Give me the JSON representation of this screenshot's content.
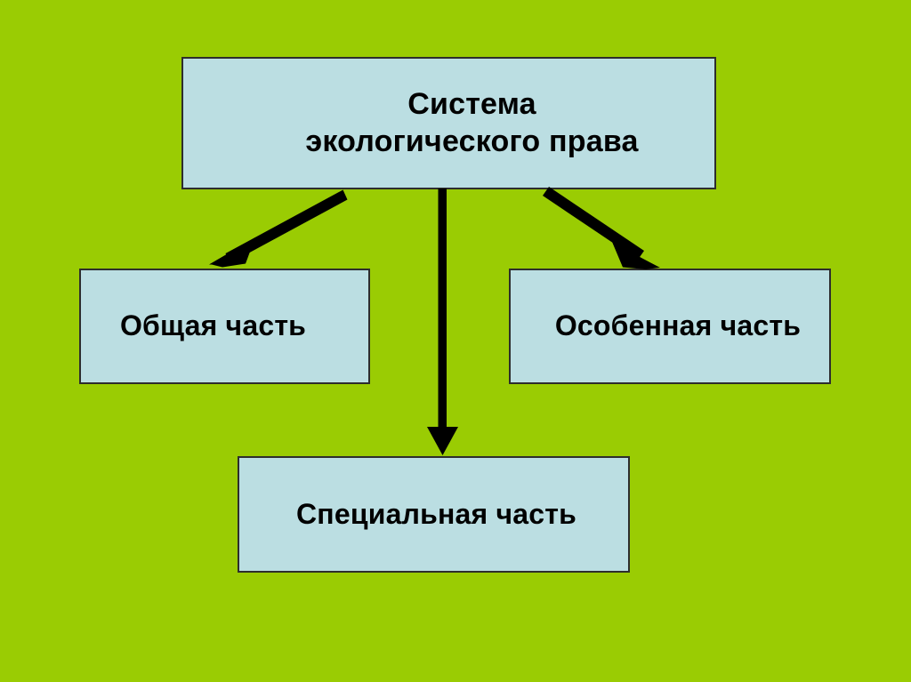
{
  "slide": {
    "background_color": "#9ACC03",
    "node_fill_color": "#BBDEE2",
    "node_border_color": "#2D2D2D",
    "text_color": "#000000",
    "arrow_color": "#000000"
  },
  "diagram": {
    "type": "hierarchy",
    "root": {
      "id": "root",
      "label": "Система\nэкологического права"
    },
    "children": [
      {
        "id": "general",
        "label": "Общая часть"
      },
      {
        "id": "specialized",
        "label": "Специальная часть"
      },
      {
        "id": "special",
        "label": "Особенная часть"
      }
    ],
    "connectors": [
      {
        "id": "root-to-general",
        "from": "root",
        "to": "general",
        "direction": "down-left"
      },
      {
        "id": "root-to-specialized",
        "from": "root",
        "to": "specialized",
        "direction": "down"
      },
      {
        "id": "root-to-special",
        "from": "root",
        "to": "special",
        "direction": "down-right"
      }
    ]
  }
}
